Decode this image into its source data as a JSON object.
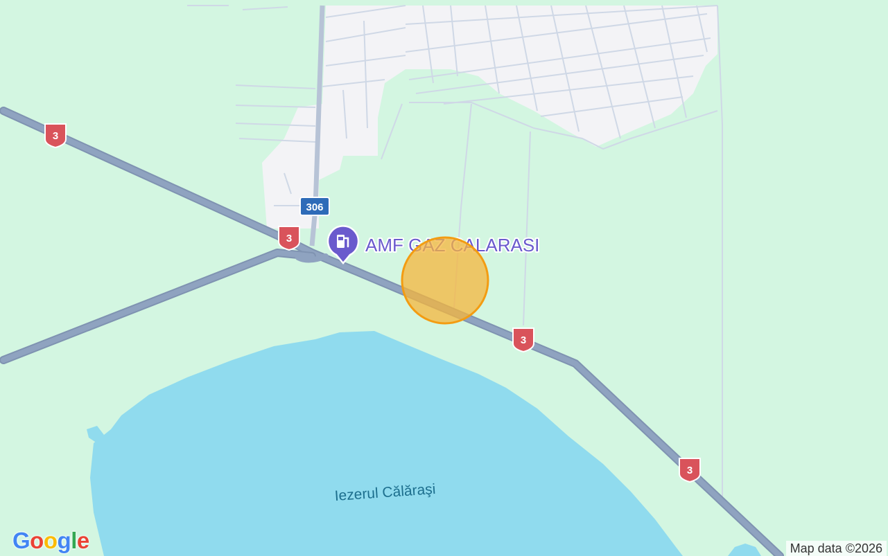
{
  "map": {
    "poi": {
      "name": "AMF GAZ CALARASI",
      "icon": "fuel-pump-icon",
      "color": "#6a5acd"
    },
    "lake_label": "Iezerul Călăraşi",
    "routes": [
      {
        "number": "3"
      },
      {
        "number": "3"
      },
      {
        "number": "3"
      },
      {
        "number": "3"
      },
      {
        "number": "306"
      }
    ],
    "highlight_color": "#f5b63c",
    "colors": {
      "land": "#d3f6e1",
      "urban": "#f3f3f6",
      "water": "#90dbee",
      "highway": "#8a9fbd",
      "national_shield": "#d9535b",
      "county_shield": "#2e6bb8"
    }
  },
  "attribution": "Map data ©2026",
  "logo": {
    "letters": [
      {
        "ch": "G",
        "color": "#4285f4"
      },
      {
        "ch": "o",
        "color": "#ea4335"
      },
      {
        "ch": "o",
        "color": "#fbbc05"
      },
      {
        "ch": "g",
        "color": "#4285f4"
      },
      {
        "ch": "l",
        "color": "#34a853"
      },
      {
        "ch": "e",
        "color": "#ea4335"
      }
    ]
  }
}
